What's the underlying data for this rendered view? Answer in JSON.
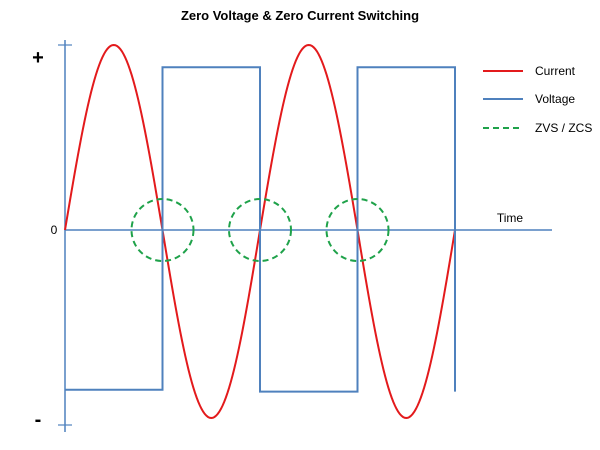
{
  "chart_data": {
    "type": "line",
    "title": "Zero Voltage & Zero Current Switching",
    "xlabel": "Time",
    "y_labels": {
      "top": "+",
      "zero": "0",
      "bottom": "-"
    },
    "x_range": [
      0,
      4
    ],
    "y_range": [
      -1.1,
      1.1
    ],
    "grid": false,
    "legend_position": "top-right",
    "series": [
      {
        "name": "Current",
        "color": "#e31a1c",
        "shape": "sine",
        "amplitude": 1.0,
        "period": 2,
        "x_start": 0,
        "x_end": 4
      },
      {
        "name": "Voltage",
        "color": "#4f81bd",
        "shape": "square",
        "levels": [
          {
            "x0": 0,
            "x1": 1,
            "y": -0.85
          },
          {
            "x0": 1,
            "x1": 2,
            "y": 0.88
          },
          {
            "x0": 2,
            "x1": 3,
            "y": -0.86
          },
          {
            "x0": 3,
            "x1": 4,
            "y": 0.88
          }
        ]
      },
      {
        "name": "ZVS / ZCS",
        "color": "#1fa24a",
        "shape": "marker-circles",
        "dashed": true,
        "points": [
          1,
          2,
          3
        ]
      }
    ]
  }
}
